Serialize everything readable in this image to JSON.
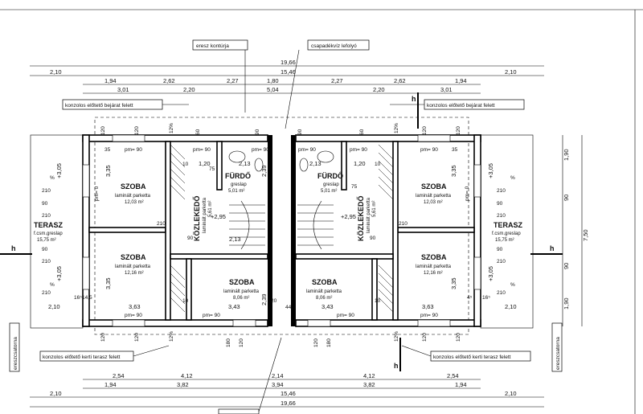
{
  "callouts": {
    "eave_contour": "eresz kontúrja",
    "gutter_downpipe": "csapadékvíz lefolyó",
    "bracket_canopy_entrance_left": "konzolos előtető bejárat felett",
    "bracket_canopy_entrance_right": "konzolos előtető bejárat felett",
    "bracket_canopy_garden_left": "konzolos előtető kerti terasz felett",
    "bracket_canopy_garden_right": "konzolos előtető kerti terasz felett",
    "eave_soffit": "ereszcsatorna"
  },
  "dims_top": {
    "overall": "19,66",
    "inner": "15,46",
    "seg_a": [
      "2,10",
      "2,10"
    ],
    "row2": [
      "1,94",
      "2,62",
      "2,27",
      "1,80",
      "2,27",
      "2,62",
      "1,94"
    ],
    "row3": [
      "3,01",
      "2,20",
      "5,04",
      "2,20",
      "3,01"
    ]
  },
  "dims_bottom": {
    "row1": [
      "2,54",
      "4,12",
      "2,14",
      "4,12",
      "2,54"
    ],
    "row2": [
      "1,94",
      "3,82",
      "3,94",
      "3,82",
      "1,94"
    ],
    "overall_inner": "15,46",
    "overall": "19,66",
    "side": [
      "2,10",
      "2,10"
    ]
  },
  "dims_right": [
    "1,90",
    "90",
    "7,50",
    "90",
    "1,90"
  ],
  "rooms": {
    "szoba_tl": {
      "name": "SZOBA",
      "floor": "laminált parketta",
      "area": "12,03 m²"
    },
    "szoba_bl": {
      "name": "SZOBA",
      "floor": "laminált parketta",
      "area": "12,16 m²"
    },
    "szoba_tr": {
      "name": "SZOBA",
      "floor": "laminált parketta",
      "area": "12,03 m²"
    },
    "szoba_br": {
      "name": "SZOBA",
      "floor": "laminált parketta",
      "area": "12,16 m²"
    },
    "furdo_l": {
      "name": "FÜRDŐ",
      "floor": "greslap",
      "area": "5,01 m²"
    },
    "furdo_r": {
      "name": "FÜRDŐ",
      "floor": "greslap",
      "area": "5,01 m²"
    },
    "kozlekedo_l": {
      "name": "KÖZLEKEDŐ",
      "floor": "laminált parketta",
      "area": "5,61 m²"
    },
    "kozlekedo_r": {
      "name": "KÖZLEKEDŐ",
      "floor": "laminált parketta",
      "area": "5,61 m²"
    },
    "szoba_cl": {
      "name": "SZOBA",
      "floor": "laminált parketta",
      "area": "8,06 m²"
    },
    "szoba_cr": {
      "name": "SZOBA",
      "floor": "laminált parketta",
      "area": "8,06 m²"
    },
    "terasz_l": {
      "name": "TERASZ",
      "floor": "f.csm.greslap",
      "area": "15,75 m²"
    },
    "terasz_r": {
      "name": "TERASZ",
      "floor": "f.csm.greslap",
      "area": "15,75 m²"
    }
  },
  "openings": {
    "pm90": "pm= 90",
    "pm0": "pm= 0",
    "h210": "210",
    "h90": "90",
    "h120": "120",
    "h60": "60",
    "h75": "75",
    "h180": "180",
    "h10": "10",
    "pct12": "12%"
  },
  "inner_dims": {
    "d120": "1,20",
    "d213": "2,13",
    "d239": "2,39",
    "d295": "+2,95",
    "d363": "3,63",
    "d343": "3,43",
    "d210": "2,10",
    "d335": "3,35",
    "d305": "+3,05",
    "d165": "16⁵",
    "d145": "14,5",
    "d45": "4⁵",
    "d44": "44",
    "d35": "35",
    "d20": "20",
    "pct": "%"
  },
  "markers": {
    "h": "h"
  }
}
